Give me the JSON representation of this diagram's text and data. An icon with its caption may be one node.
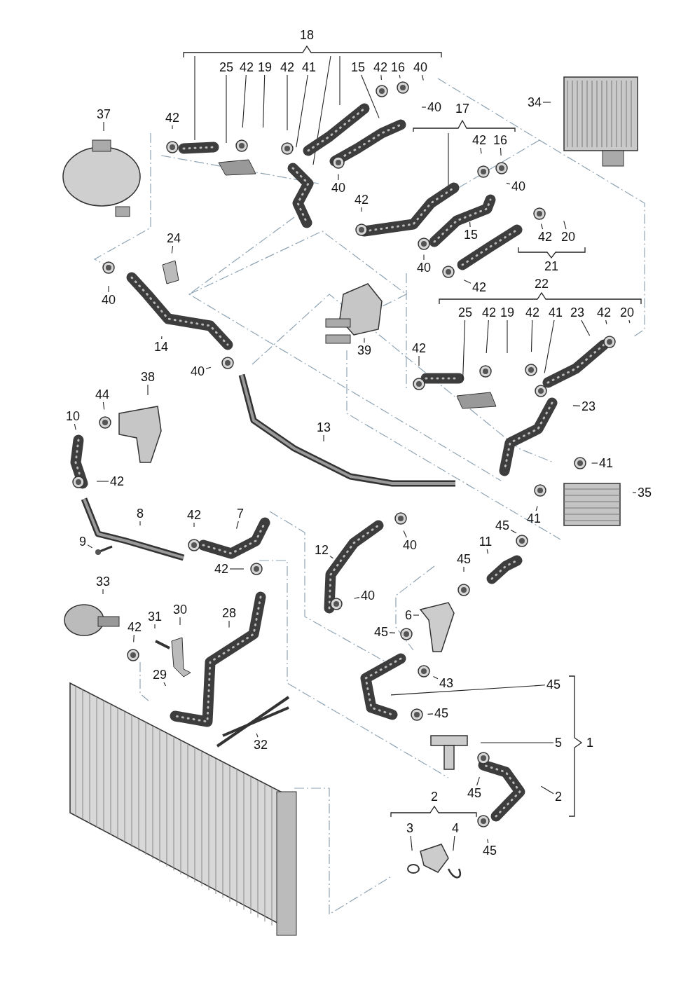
{
  "diagram": {
    "nodes": [
      {
        "text": [
          "25"
        ]
      },
      {
        "text": [
          "42"
        ]
      },
      {
        "text": [
          "19"
        ]
      },
      {
        "text": [
          "42"
        ]
      },
      {
        "text": [
          "41"
        ]
      },
      {
        "text": [
          "15"
        ]
      },
      {
        "text": [
          "42"
        ]
      },
      {
        "text": [
          "16"
        ]
      },
      {
        "text": [
          "40"
        ]
      },
      {
        "text": [
          "40"
        ]
      },
      {
        "text": [
          "37"
        ]
      },
      {
        "text": [
          "42"
        ]
      },
      {
        "text": [
          "34"
        ]
      },
      {
        "text": [
          "42"
        ]
      },
      {
        "text": [
          "16"
        ]
      },
      {
        "text": [
          "40"
        ]
      },
      {
        "text": [
          "40"
        ]
      },
      {
        "text": [
          "42"
        ]
      },
      {
        "text": [
          "15"
        ]
      },
      {
        "text": [
          "42"
        ]
      },
      {
        "text": [
          "20"
        ]
      },
      {
        "text": [
          "40"
        ]
      },
      {
        "text": [
          "42"
        ]
      },
      {
        "text": [
          "24"
        ]
      },
      {
        "text": [
          "40"
        ]
      },
      {
        "text": [
          "25"
        ]
      },
      {
        "text": [
          "42"
        ]
      },
      {
        "text": [
          "19"
        ]
      },
      {
        "text": [
          "42"
        ]
      },
      {
        "text": [
          "41"
        ]
      },
      {
        "text": [
          "23"
        ]
      },
      {
        "text": [
          "42"
        ]
      },
      {
        "text": [
          "20"
        ]
      },
      {
        "text": [
          "14"
        ]
      },
      {
        "text": [
          "39"
        ]
      },
      {
        "text": [
          "42"
        ]
      },
      {
        "text": [
          "40"
        ]
      },
      {
        "text": [
          "23"
        ]
      },
      {
        "text": [
          "38"
        ]
      },
      {
        "text": [
          "44"
        ]
      },
      {
        "text": [
          "10"
        ]
      },
      {
        "text": [
          "13"
        ]
      },
      {
        "text": [
          "42"
        ]
      },
      {
        "text": [
          "41"
        ]
      },
      {
        "text": [
          "35"
        ]
      },
      {
        "text": [
          "41"
        ]
      },
      {
        "text": [
          "8"
        ]
      },
      {
        "text": [
          "42"
        ]
      },
      {
        "text": [
          "7"
        ]
      },
      {
        "text": [
          "45"
        ]
      },
      {
        "text": [
          "9"
        ]
      },
      {
        "text": [
          "40"
        ]
      },
      {
        "text": [
          "11"
        ]
      },
      {
        "text": [
          "12"
        ]
      },
      {
        "text": [
          "45"
        ]
      },
      {
        "text": [
          "42"
        ]
      },
      {
        "text": [
          "33"
        ]
      },
      {
        "text": [
          "40"
        ]
      },
      {
        "text": [
          "6"
        ]
      },
      {
        "text": [
          "31"
        ]
      },
      {
        "text": [
          "42"
        ]
      },
      {
        "text": [
          "30"
        ]
      },
      {
        "text": [
          "28"
        ]
      },
      {
        "text": [
          "45"
        ]
      },
      {
        "text": [
          "29"
        ]
      },
      {
        "text": [
          "43"
        ]
      },
      {
        "text": [
          "45"
        ]
      },
      {
        "text": [
          "45"
        ]
      },
      {
        "text": [
          "32"
        ]
      },
      {
        "text": [
          "5"
        ]
      },
      {
        "text": [
          "45"
        ]
      },
      {
        "text": [
          "2"
        ]
      },
      {
        "text": [
          "3"
        ]
      },
      {
        "text": [
          "4"
        ]
      },
      {
        "text": [
          "45"
        ]
      }
    ],
    "edges": [
      {
        "from": 0,
        "to": null,
        "arrow": "none"
      },
      {
        "from": 1,
        "to": null,
        "arrow": "none"
      },
      {
        "from": 2,
        "to": null,
        "arrow": "none"
      },
      {
        "from": 3,
        "to": null,
        "arrow": "none"
      },
      {
        "from": 4,
        "to": null,
        "arrow": "none"
      },
      {
        "from": 5,
        "to": null,
        "arrow": "none"
      },
      {
        "from": 6,
        "to": null,
        "arrow": "none"
      },
      {
        "from": 7,
        "to": null,
        "arrow": "none"
      },
      {
        "from": 8,
        "to": null,
        "arrow": "none"
      },
      {
        "from": 9,
        "to": null,
        "arrow": "none"
      },
      {
        "from": 10,
        "to": null,
        "arrow": "none"
      },
      {
        "from": 11,
        "to": null,
        "arrow": "none"
      },
      {
        "from": 12,
        "to": null,
        "arrow": "none"
      },
      {
        "from": 13,
        "to": null,
        "arrow": "none"
      },
      {
        "from": 14,
        "to": null,
        "arrow": "none"
      },
      {
        "from": 15,
        "to": null,
        "arrow": "none"
      },
      {
        "from": 16,
        "to": null,
        "arrow": "none"
      },
      {
        "from": 17,
        "to": null,
        "arrow": "none"
      },
      {
        "from": 18,
        "to": null,
        "arrow": "none"
      },
      {
        "from": 19,
        "to": null,
        "arrow": "none"
      },
      {
        "from": 20,
        "to": null,
        "arrow": "none"
      },
      {
        "from": 21,
        "to": null,
        "arrow": "none"
      },
      {
        "from": 22,
        "to": null,
        "arrow": "none"
      },
      {
        "from": 23,
        "to": null,
        "arrow": "none"
      },
      {
        "from": 24,
        "to": null,
        "arrow": "none"
      },
      {
        "from": 25,
        "to": null,
        "arrow": "none"
      },
      {
        "from": 26,
        "to": null,
        "arrow": "none"
      },
      {
        "from": 27,
        "to": null,
        "arrow": "none"
      },
      {
        "from": 28,
        "to": null,
        "arrow": "none"
      },
      {
        "from": 29,
        "to": null,
        "arrow": "none"
      },
      {
        "from": 30,
        "to": null,
        "arrow": "none"
      },
      {
        "from": 31,
        "to": null,
        "arrow": "none"
      },
      {
        "from": 32,
        "to": null,
        "arrow": "none"
      },
      {
        "from": 33,
        "to": null,
        "arrow": "none"
      },
      {
        "from": 34,
        "to": null,
        "arrow": "none"
      },
      {
        "from": 35,
        "to": null,
        "arrow": "none"
      },
      {
        "from": 36,
        "to": null,
        "arrow": "none"
      },
      {
        "from": 37,
        "to": null,
        "arrow": "none"
      },
      {
        "from": 38,
        "to": null,
        "arrow": "none"
      },
      {
        "from": 39,
        "to": null,
        "arrow": "none"
      },
      {
        "from": 40,
        "to": null,
        "arrow": "none"
      },
      {
        "from": 41,
        "to": null,
        "arrow": "none"
      },
      {
        "from": 42,
        "to": null,
        "arrow": "none"
      },
      {
        "from": 43,
        "to": null,
        "arrow": "none"
      },
      {
        "from": 44,
        "to": null,
        "arrow": "none"
      },
      {
        "from": 45,
        "to": null,
        "arrow": "none"
      },
      {
        "from": 46,
        "to": null,
        "arrow": "none"
      },
      {
        "from": 47,
        "to": null,
        "arrow": "none"
      },
      {
        "from": 48,
        "to": null,
        "arrow": "none"
      },
      {
        "from": 49,
        "to": null,
        "arrow": "none"
      },
      {
        "from": 50,
        "to": null,
        "arrow": "none"
      },
      {
        "from": 51,
        "to": null,
        "arrow": "none"
      },
      {
        "from": 52,
        "to": null,
        "arrow": "none"
      },
      {
        "from": 53,
        "to": null,
        "arrow": "none"
      },
      {
        "from": 54,
        "to": null,
        "arrow": "none"
      },
      {
        "from": 55,
        "to": null,
        "arrow": "none"
      },
      {
        "from": 56,
        "to": null,
        "arrow": "none"
      },
      {
        "from": 57,
        "to": null,
        "arrow": "none"
      },
      {
        "from": 58,
        "to": null,
        "arrow": "none"
      },
      {
        "from": 59,
        "to": null,
        "arrow": "none"
      },
      {
        "from": 60,
        "to": null,
        "arrow": "none"
      },
      {
        "from": 61,
        "to": null,
        "arrow": "none"
      },
      {
        "from": 62,
        "to": null,
        "arrow": "none"
      },
      {
        "from": 63,
        "to": null,
        "arrow": "none"
      },
      {
        "from": 64,
        "to": null,
        "arrow": "none"
      },
      {
        "from": 65,
        "to": null,
        "arrow": "none"
      },
      {
        "from": 66,
        "to": null,
        "arrow": "none"
      },
      {
        "from": 67,
        "to": null,
        "arrow": "none"
      },
      {
        "from": 68,
        "to": null,
        "arrow": "none"
      },
      {
        "from": 69,
        "to": null,
        "arrow": "none"
      },
      {
        "from": 70,
        "to": null,
        "arrow": "none"
      },
      {
        "from": 71,
        "to": null,
        "arrow": "none"
      },
      {
        "from": 72,
        "to": null,
        "arrow": "none"
      },
      {
        "from": 73,
        "to": null,
        "arrow": "none"
      },
      {
        "from": 74,
        "to": null,
        "arrow": "none"
      }
    ],
    "labels": [
      "18",
      "17",
      "21",
      "22",
      "1",
      "2"
    ]
  }
}
